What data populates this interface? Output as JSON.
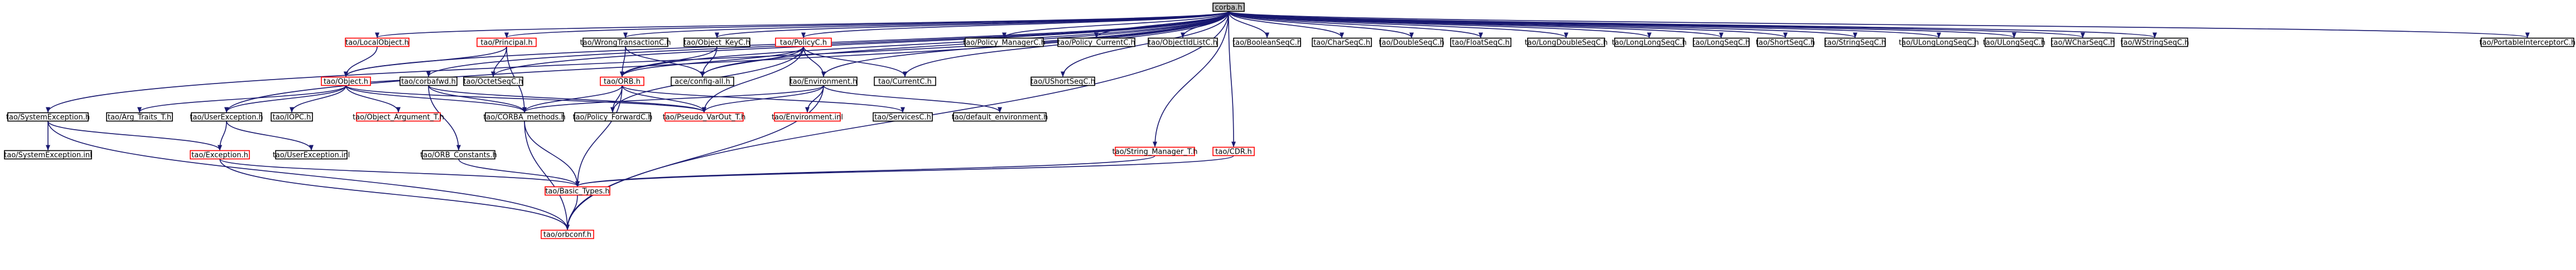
{
  "graph": {
    "colors": {
      "edge": "#191970",
      "node_border_normal": "#000000",
      "node_border_missing": "#ff0000",
      "root_fill": "#bfbfbf",
      "node_fill": "#ffffff",
      "text": "#000000"
    },
    "nodes": [
      {
        "id": "root",
        "label": "corba.h",
        "style": "root"
      },
      {
        "id": "n_localobject",
        "label": "tao/LocalObject.h",
        "style": "missing"
      },
      {
        "id": "n_principal",
        "label": "tao/Principal.h",
        "style": "missing"
      },
      {
        "id": "n_wrongtx",
        "label": "tao/WrongTransactionC.h",
        "style": "normal"
      },
      {
        "id": "n_objkey",
        "label": "tao/Object_KeyC.h",
        "style": "normal"
      },
      {
        "id": "n_policyc",
        "label": "tao/PolicyC.h",
        "style": "missing"
      },
      {
        "id": "n_polmgr",
        "label": "tao/Policy_ManagerC.h",
        "style": "normal"
      },
      {
        "id": "n_polcur",
        "label": "tao/Policy_CurrentC.h",
        "style": "normal"
      },
      {
        "id": "n_objidlist",
        "label": "tao/ObjectIdListC.h",
        "style": "normal"
      },
      {
        "id": "n_boolseq",
        "label": "tao/BooleanSeqC.h",
        "style": "normal"
      },
      {
        "id": "n_charseq",
        "label": "tao/CharSeqC.h",
        "style": "normal"
      },
      {
        "id": "n_dblseq",
        "label": "tao/DoubleSeqC.h",
        "style": "normal"
      },
      {
        "id": "n_fltseq",
        "label": "tao/FloatSeqC.h",
        "style": "normal"
      },
      {
        "id": "n_ldblseq",
        "label": "tao/LongDoubleSeqC.h",
        "style": "normal"
      },
      {
        "id": "n_llseq",
        "label": "tao/LongLongSeqC.h",
        "style": "normal"
      },
      {
        "id": "n_lseq",
        "label": "tao/LongSeqC.h",
        "style": "normal"
      },
      {
        "id": "n_sseq",
        "label": "tao/ShortSeqC.h",
        "style": "normal"
      },
      {
        "id": "n_strseq",
        "label": "tao/StringSeqC.h",
        "style": "normal"
      },
      {
        "id": "n_ullseq",
        "label": "tao/ULongLongSeqC.h",
        "style": "normal"
      },
      {
        "id": "n_ulseq",
        "label": "tao/ULongSeqC.h",
        "style": "normal"
      },
      {
        "id": "n_wcharseq",
        "label": "tao/WCharSeqC.h",
        "style": "normal"
      },
      {
        "id": "n_wstrseq",
        "label": "tao/WStringSeqC.h",
        "style": "normal"
      },
      {
        "id": "n_portint",
        "label": "tao/PortableInterceptorC.h",
        "style": "normal"
      },
      {
        "id": "n_object",
        "label": "tao/Object.h",
        "style": "missing"
      },
      {
        "id": "n_corbafwd",
        "label": "tao/corbafwd.h",
        "style": "normal"
      },
      {
        "id": "n_orb",
        "label": "tao/ORB.h",
        "style": "missing"
      },
      {
        "id": "n_aceconfig",
        "label": "ace/config-all.h",
        "style": "normal"
      },
      {
        "id": "n_octetseq",
        "label": "tao/OctetSeqC.h",
        "style": "normal"
      },
      {
        "id": "n_env",
        "label": "tao/Environment.h",
        "style": "normal"
      },
      {
        "id": "n_currentc",
        "label": "tao/CurrentC.h",
        "style": "normal"
      },
      {
        "id": "n_ushortseq",
        "label": "tao/UShortSeqC.h",
        "style": "normal"
      },
      {
        "id": "n_sysexc",
        "label": "tao/SystemException.h",
        "style": "normal"
      },
      {
        "id": "n_argtraits",
        "label": "tao/Arg_Traits_T.h",
        "style": "normal"
      },
      {
        "id": "n_userexc",
        "label": "tao/UserException.h",
        "style": "normal"
      },
      {
        "id": "n_iopc",
        "label": "tao/IOPC.h",
        "style": "normal"
      },
      {
        "id": "n_objarg",
        "label": "tao/Object_Argument_T.h",
        "style": "missing"
      },
      {
        "id": "n_corbamethods",
        "label": "tao/CORBA_methods.h",
        "style": "normal"
      },
      {
        "id": "n_polfwd",
        "label": "tao/Policy_ForwardC.h",
        "style": "normal"
      },
      {
        "id": "n_pseudovar",
        "label": "tao/Pseudo_VarOut_T.h",
        "style": "missing"
      },
      {
        "id": "n_envinl",
        "label": "tao/Environment.inl",
        "style": "missing"
      },
      {
        "id": "n_servicesc",
        "label": "tao/ServicesC.h",
        "style": "normal"
      },
      {
        "id": "n_defenv",
        "label": "tao/default_environment.h",
        "style": "normal"
      },
      {
        "id": "n_sysexcinl",
        "label": "tao/SystemException.inl",
        "style": "normal"
      },
      {
        "id": "n_exception",
        "label": "tao/Exception.h",
        "style": "missing"
      },
      {
        "id": "n_userexcinl",
        "label": "tao/UserException.inl",
        "style": "normal"
      },
      {
        "id": "n_orbconst",
        "label": "tao/ORB_Constants.h",
        "style": "normal"
      },
      {
        "id": "n_strmgr",
        "label": "tao/String_Manager_T.h",
        "style": "missing"
      },
      {
        "id": "n_cdr",
        "label": "tao/CDR.h",
        "style": "missing"
      },
      {
        "id": "n_basictypes",
        "label": "tao/Basic_Types.h",
        "style": "missing"
      },
      {
        "id": "n_orbconf",
        "label": "tao/orbconf.h",
        "style": "missing"
      }
    ],
    "edges": [
      [
        "root",
        "n_localobject"
      ],
      [
        "root",
        "n_principal"
      ],
      [
        "root",
        "n_wrongtx"
      ],
      [
        "root",
        "n_objkey"
      ],
      [
        "root",
        "n_policyc"
      ],
      [
        "root",
        "n_polmgr"
      ],
      [
        "root",
        "n_polcur"
      ],
      [
        "root",
        "n_objidlist"
      ],
      [
        "root",
        "n_boolseq"
      ],
      [
        "root",
        "n_charseq"
      ],
      [
        "root",
        "n_dblseq"
      ],
      [
        "root",
        "n_fltseq"
      ],
      [
        "root",
        "n_ldblseq"
      ],
      [
        "root",
        "n_llseq"
      ],
      [
        "root",
        "n_lseq"
      ],
      [
        "root",
        "n_sseq"
      ],
      [
        "root",
        "n_strseq"
      ],
      [
        "root",
        "n_ullseq"
      ],
      [
        "root",
        "n_ulseq"
      ],
      [
        "root",
        "n_wcharseq"
      ],
      [
        "root",
        "n_wstrseq"
      ],
      [
        "root",
        "n_portint"
      ],
      [
        "root",
        "n_sysexc"
      ],
      [
        "root",
        "n_userexc"
      ],
      [
        "root",
        "n_object"
      ],
      [
        "root",
        "n_corbafwd"
      ],
      [
        "root",
        "n_orb"
      ],
      [
        "root",
        "n_aceconfig"
      ],
      [
        "root",
        "n_env"
      ],
      [
        "root",
        "n_currentc"
      ],
      [
        "root",
        "n_ushortseq"
      ],
      [
        "root",
        "n_strmgr"
      ],
      [
        "root",
        "n_cdr"
      ],
      [
        "root",
        "n_orbconf"
      ],
      [
        "root",
        "n_octetseq"
      ],
      [
        "n_localobject",
        "n_object"
      ],
      [
        "n_principal",
        "n_object"
      ],
      [
        "n_principal",
        "n_octetseq"
      ],
      [
        "n_principal",
        "n_corbamethods"
      ],
      [
        "n_wrongtx",
        "n_aceconfig"
      ],
      [
        "n_wrongtx",
        "n_orb"
      ],
      [
        "n_objkey",
        "n_aceconfig"
      ],
      [
        "n_objkey",
        "n_orb"
      ],
      [
        "n_policyc",
        "n_aceconfig"
      ],
      [
        "n_policyc",
        "n_env"
      ],
      [
        "n_policyc",
        "n_orb"
      ],
      [
        "n_policyc",
        "n_currentc"
      ],
      [
        "n_policyc",
        "n_pseudovar"
      ],
      [
        "n_policyc",
        "n_polfwd"
      ],
      [
        "n_object",
        "n_argtraits"
      ],
      [
        "n_object",
        "n_userexc"
      ],
      [
        "n_object",
        "n_iopc"
      ],
      [
        "n_object",
        "n_objarg"
      ],
      [
        "n_object",
        "n_corbamethods"
      ],
      [
        "n_object",
        "n_pseudovar"
      ],
      [
        "n_object",
        "n_corbafwd"
      ],
      [
        "n_corbafwd",
        "n_corbamethods"
      ],
      [
        "n_corbafwd",
        "n_orbconst"
      ],
      [
        "n_corbafwd",
        "n_pseudovar"
      ],
      [
        "n_orb",
        "n_corbamethods"
      ],
      [
        "n_orb",
        "n_polfwd"
      ],
      [
        "n_orb",
        "n_pseudovar"
      ],
      [
        "n_orb",
        "n_servicesc"
      ],
      [
        "n_orb",
        "n_basictypes"
      ],
      [
        "n_env",
        "n_corbamethods"
      ],
      [
        "n_env",
        "n_envinl"
      ],
      [
        "n_env",
        "n_defenv"
      ],
      [
        "n_env",
        "n_pseudovar"
      ],
      [
        "n_env",
        "n_orbconf"
      ],
      [
        "n_sysexc",
        "n_sysexcinl"
      ],
      [
        "n_sysexc",
        "n_exception"
      ],
      [
        "n_sysexc",
        "n_orbconf"
      ],
      [
        "n_userexc",
        "n_exception"
      ],
      [
        "n_userexc",
        "n_userexcinl"
      ],
      [
        "n_exception",
        "n_basictypes"
      ],
      [
        "n_exception",
        "n_orbconf"
      ],
      [
        "n_orbconst",
        "n_basictypes"
      ],
      [
        "n_corbamethods",
        "n_basictypes"
      ],
      [
        "n_corbamethods",
        "n_orbconf"
      ],
      [
        "n_strmgr",
        "n_basictypes"
      ],
      [
        "n_cdr",
        "n_basictypes"
      ],
      [
        "n_basictypes",
        "n_orbconf"
      ]
    ]
  }
}
